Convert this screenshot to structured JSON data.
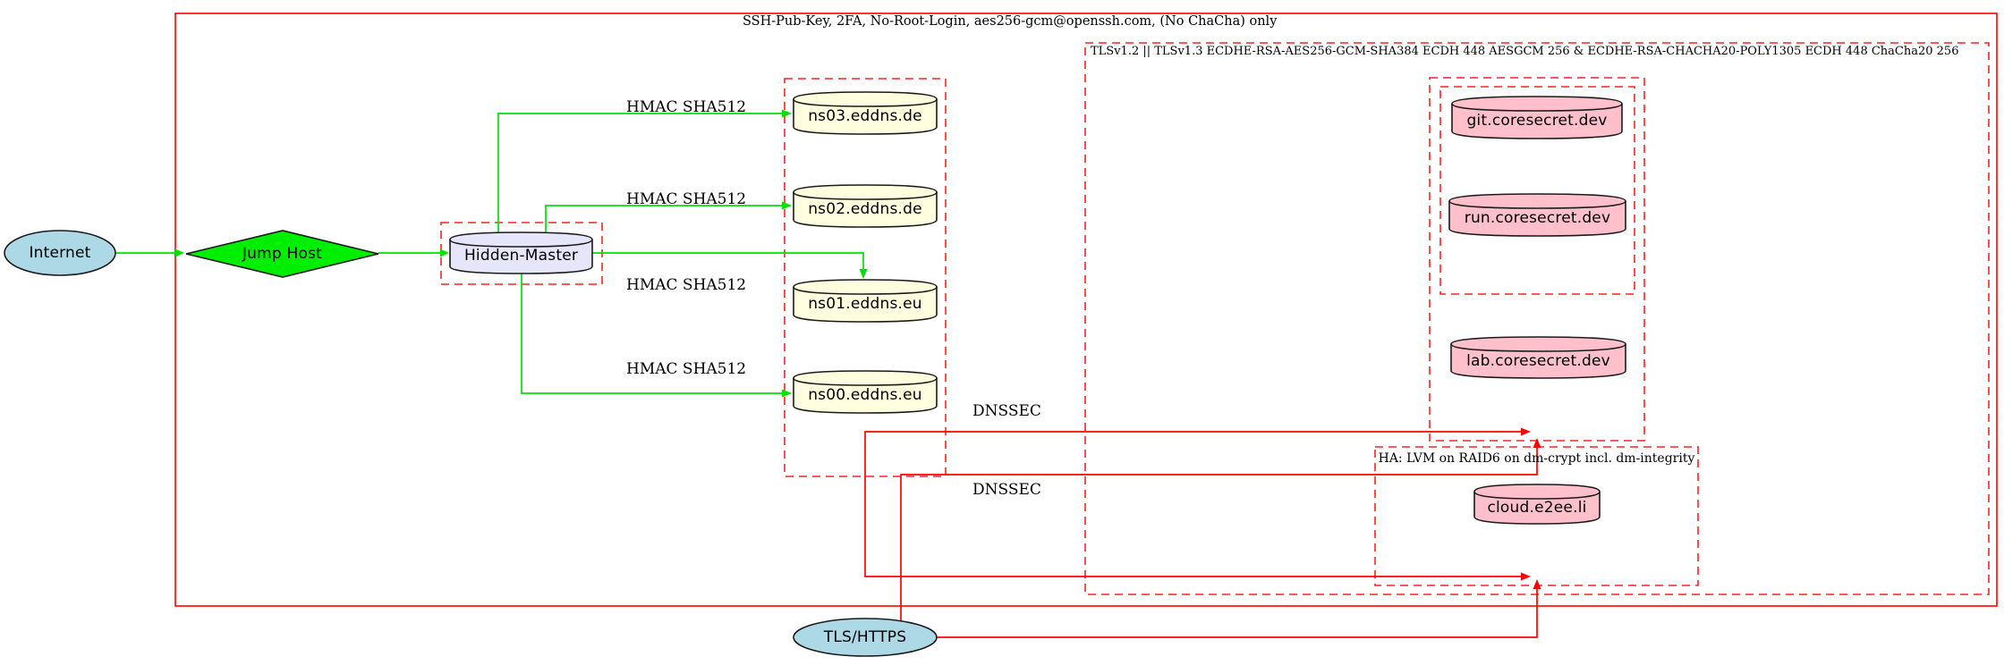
{
  "diagram": {
    "clusters": {
      "ssh": {
        "label": "SSH-Pub-Key, 2FA, No-Root-Login, aes256-gcm@openssh.com, (No ChaCha) only"
      },
      "tls": {
        "label": "TLSv1.2 || TLSv1.3 ECDHE-RSA-AES256-GCM-SHA384 ECDH 448 AESGCM 256 & ECDHE-RSA-CHACHA20-POLY1305 ECDH 448 ChaCha20 256"
      },
      "ha": {
        "label": "HA: LVM on RAID6 on dm-crypt incl. dm-integrity"
      }
    },
    "nodes": {
      "internet": {
        "label": "Internet",
        "shape": "ellipse",
        "fill": "#add8e6"
      },
      "jump_host": {
        "label": "Jump Host",
        "shape": "diamond",
        "fill": "#00ee00"
      },
      "hidden_master": {
        "label": "Hidden-Master",
        "shape": "cylinder",
        "fill": "#e6e6fa"
      },
      "ns03": {
        "label": "ns03.eddns.de",
        "shape": "cylinder",
        "fill": "#ffffe0"
      },
      "ns02": {
        "label": "ns02.eddns.de",
        "shape": "cylinder",
        "fill": "#ffffe0"
      },
      "ns01": {
        "label": "ns01.eddns.eu",
        "shape": "cylinder",
        "fill": "#ffffe0"
      },
      "ns00": {
        "label": "ns00.eddns.eu",
        "shape": "cylinder",
        "fill": "#ffffe0"
      },
      "git": {
        "label": "git.coresecret.dev",
        "shape": "cylinder",
        "fill": "#ffc0cb"
      },
      "run": {
        "label": "run.coresecret.dev",
        "shape": "cylinder",
        "fill": "#ffc0cb"
      },
      "lab": {
        "label": "lab.coresecret.dev",
        "shape": "cylinder",
        "fill": "#ffc0cb"
      },
      "cloud": {
        "label": "cloud.e2ee.li",
        "shape": "cylinder",
        "fill": "#ffc0cb"
      },
      "tls_https": {
        "label": "TLS/HTTPS",
        "shape": "ellipse",
        "fill": "#add8e6"
      }
    },
    "edge_labels": {
      "hmac": "HMAC SHA512",
      "dnssec": "DNSSEC"
    },
    "colors": {
      "border_solid_red": "#ff0000",
      "border_dashed_red": "#ff2222",
      "edge_green": "#00e000",
      "edge_red": "#ff0000",
      "node_stroke": "#1a1a1a",
      "lightblue": "#add8e6",
      "lavender": "#e6e6fa",
      "lightyellow": "#ffffe0",
      "pink": "#ffc0cb",
      "green": "#00ee00"
    }
  }
}
